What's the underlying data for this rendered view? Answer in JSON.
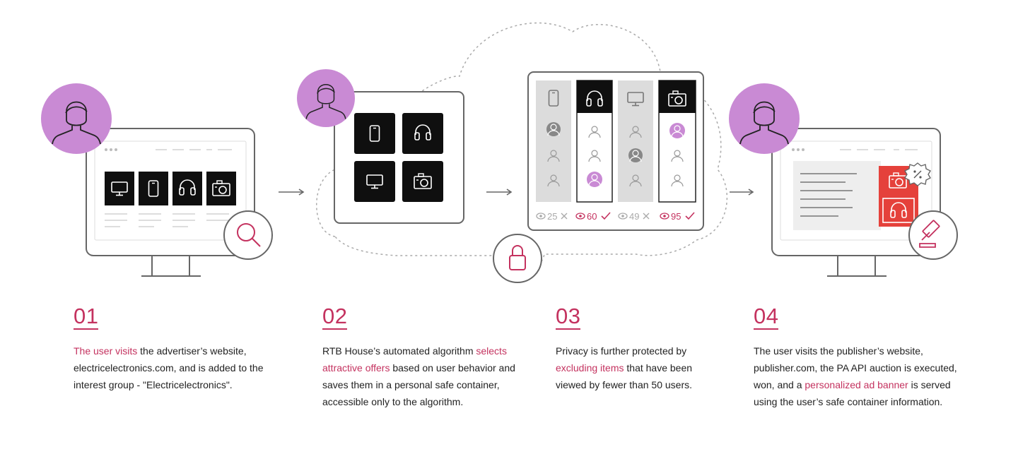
{
  "steps": [
    {
      "number": "01",
      "highlight": "The user visits",
      "text_after": " the advertiser’s website, electricelectronics.com, and is added to the interest group - \"Electricelectronics\"."
    },
    {
      "number": "02",
      "text_before": "RTB House’s automated algorithm ",
      "highlight": "selects attractive offers",
      "text_after": " based on user behavior and saves them in a personal safe container, accessible only to the algorithm."
    },
    {
      "number": "03",
      "text_before": "Privacy is further protected by ",
      "highlight": "excluding items",
      "text_after": " that have been viewed by fewer than 50 users."
    },
    {
      "number": "04",
      "text_before": "The user visits the publisher’s website, publisher.com, the PA API auction is executed, won, and a ",
      "highlight": "personalized ad banner",
      "text_after": " is served using the user’s safe container information."
    }
  ],
  "view_counts": [
    {
      "value": "25",
      "status": "excluded"
    },
    {
      "value": "60",
      "status": "accepted"
    },
    {
      "value": "49",
      "status": "excluded"
    },
    {
      "value": "95",
      "status": "accepted"
    }
  ],
  "icons": {
    "product_items": [
      "monitor-icon",
      "smartphone-icon",
      "headphones-icon",
      "camera-icon"
    ],
    "step1_badge": "search-icon",
    "step3_badge": "lock-icon",
    "step4_badge": "auction-gavel-icon",
    "discount_badge": "percent-icon"
  },
  "colors": {
    "accent": "#c4325f",
    "avatar": "#c98ad4",
    "ad_banner": "#e5413b",
    "dark_tile": "#0f0f0f",
    "excluded_column": "#d9d9d9"
  }
}
